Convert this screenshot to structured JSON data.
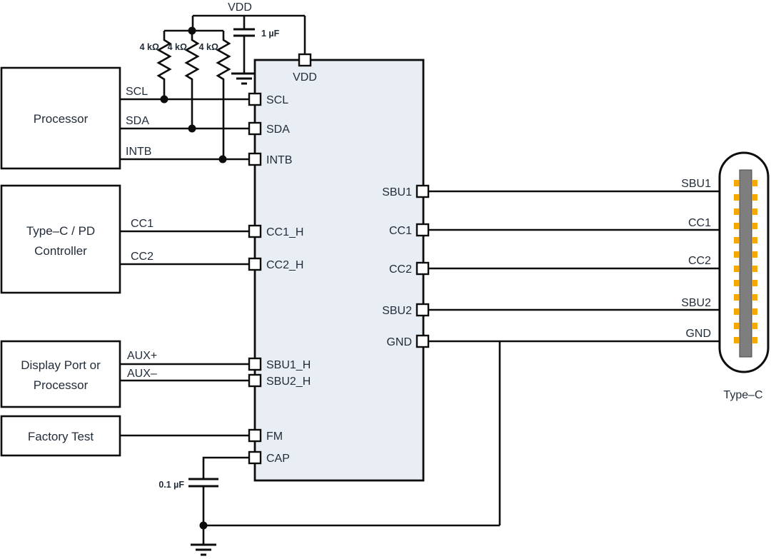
{
  "power": {
    "vdd": "VDD",
    "bulk_cap": "1 µF",
    "r1": "4 kΩ",
    "r2": "4 kΩ",
    "r3": "4 kΩ",
    "cap_decouple": "0.1 µF"
  },
  "blocks": {
    "processor": "Processor",
    "typec_pd_1": "Type–C / PD",
    "typec_pd_2": "Controller",
    "dp_1": "Display Port or",
    "dp_2": "Processor",
    "factory": "Factory Test"
  },
  "nets": {
    "scl": "SCL",
    "sda": "SDA",
    "intb": "INTB",
    "cc1": "CC1",
    "cc2": "CC2",
    "auxp": "AUX+",
    "auxm": "AUX–"
  },
  "ic_pins": {
    "vdd": "VDD",
    "scl": "SCL",
    "sda": "SDA",
    "intb": "INTB",
    "cc1h": "CC1_H",
    "cc2h": "CC2_H",
    "sbu1h": "SBU1_H",
    "sbu2h": "SBU2_H",
    "fm": "FM",
    "cap": "CAP",
    "sbu1": "SBU1",
    "cc1": "CC1",
    "cc2": "CC2",
    "sbu2": "SBU2",
    "gnd": "GND"
  },
  "connector": {
    "sbu1": "SBU1",
    "cc1": "CC1",
    "cc2": "CC2",
    "sbu2": "SBU2",
    "gnd": "GND",
    "name": "Type–C"
  },
  "colors": {
    "ic_fill": "#e9eef4",
    "line": "#0d0d0d",
    "text": "#232d3a",
    "connector_pad": "#f5a800",
    "connector_tongue": "#7e7e7e"
  }
}
